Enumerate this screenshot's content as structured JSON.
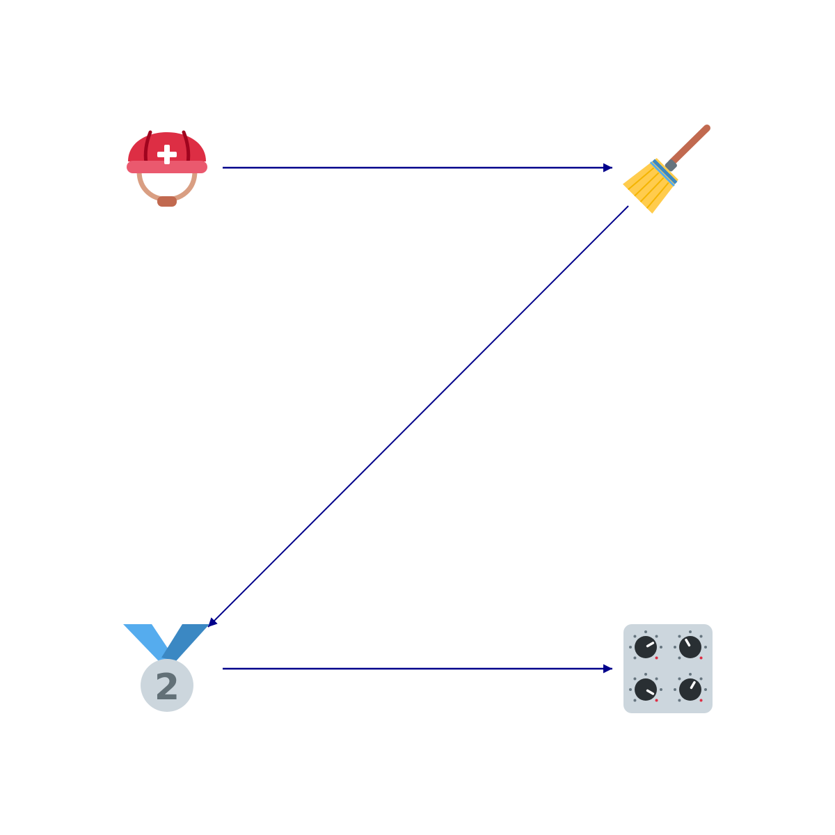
{
  "diagram": {
    "background": "#ffffff",
    "edge_color": "#00008b",
    "nodes": [
      {
        "id": "helmet",
        "icon": "rescue-worker-helmet-icon"
      },
      {
        "id": "broom",
        "icon": "broom-icon"
      },
      {
        "id": "medal",
        "icon": "second-place-medal-icon",
        "label": "2"
      },
      {
        "id": "knobs",
        "icon": "control-knobs-icon"
      }
    ],
    "edges": [
      {
        "from": "helmet",
        "to": "broom"
      },
      {
        "from": "broom",
        "to": "medal"
      },
      {
        "from": "medal",
        "to": "knobs"
      }
    ]
  }
}
